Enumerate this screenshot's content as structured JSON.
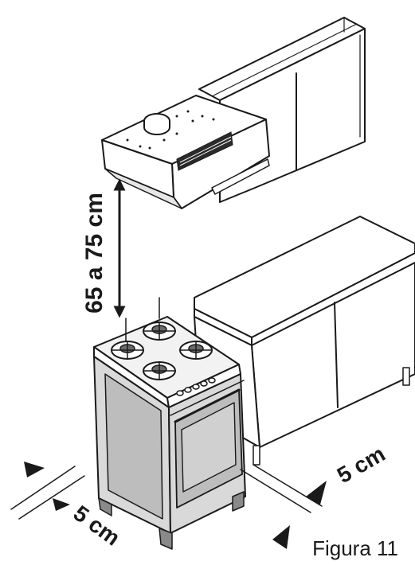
{
  "labels": {
    "hood_clearance": "65 a 75 cm",
    "side_gap_right": "5 cm",
    "side_gap_left": "5 cm",
    "figure_caption": "Figura 11"
  },
  "colors": {
    "ink": "#1a1a1a",
    "panel": "#ffffff",
    "steel_light": "#d9d9d9",
    "steel_mid": "#bdbdbd",
    "steel_dark": "#8a8a8a",
    "vent": "#2b2b2b"
  }
}
